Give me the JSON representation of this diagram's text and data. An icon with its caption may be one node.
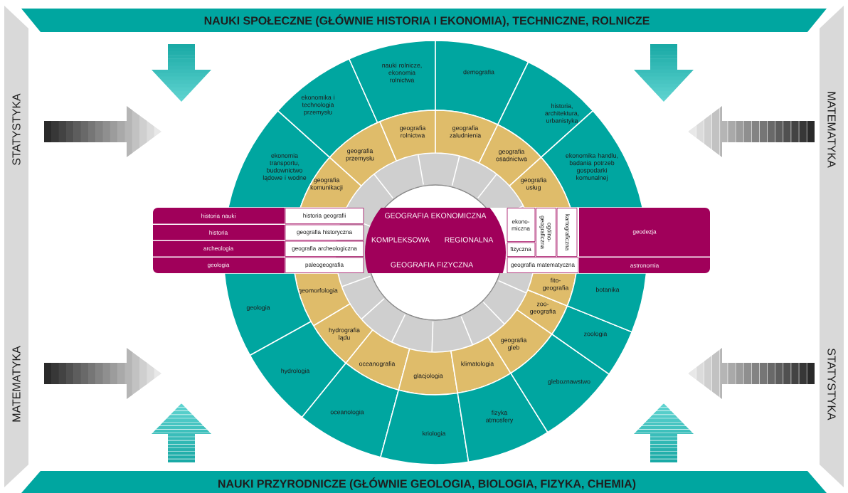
{
  "diagram": {
    "nodes": [
      {
        "text": [
          "NAUKI SPOŁECZNE (GŁÓWNIE HISTORIA I EKONOMIA), TECHNICZNE, ROLNICZE"
        ]
      },
      {
        "text": [
          "STATYSTYKA",
          "MATEMATYKA"
        ]
      },
      {
        "text": [
          "MATEMATYKA",
          "STATYSTYKA"
        ]
      },
      {
        "text": [
          "ekonomia transportu, budownictwo lądowe i wodne"
        ]
      },
      {
        "text": [
          "ekonomika i technologia przemysłu"
        ]
      },
      {
        "text": [
          "nauki rolnicze, ekonomia rolnictwa"
        ]
      },
      {
        "text": [
          "demografia"
        ]
      },
      {
        "text": [
          "historia, architektura, urbanistyka"
        ]
      },
      {
        "text": [
          "ekonomika handlu, badania potrzeb gospodarki komunalnej"
        ]
      },
      {
        "text": [
          "geografia komunikacji"
        ]
      },
      {
        "text": [
          "geografia przemysłu"
        ]
      },
      {
        "text": [
          "geografia rolnictwa"
        ]
      },
      {
        "text": [
          "geografia zaludnienia"
        ]
      },
      {
        "text": [
          "geografia osadnictwa"
        ]
      },
      {
        "text": [
          "geografia usług"
        ]
      },
      {
        "text": [
          "historia nauki"
        ]
      },
      {
        "text": [
          "historia geografii"
        ]
      },
      {
        "text": [
          "GEOGRAFIA EKONOMICZNA",
          "KOMPLEKSOWA",
          "REGIONALNA",
          "GEOGRAFIA FIZYCZNA"
        ]
      },
      {
        "text": [
          "ekono-miczna"
        ]
      },
      {
        "text": [
          "ogólno-geograficzna"
        ]
      },
      {
        "text": [
          "kartograficzna"
        ]
      },
      {
        "text": [
          "geodezja"
        ]
      },
      {
        "text": [
          "historia"
        ]
      },
      {
        "text": [
          "geografia historyczna"
        ]
      },
      {
        "text": [
          "archeologia"
        ]
      },
      {
        "text": [
          "geografia archeologiczna"
        ]
      },
      {
        "text": [
          "fizyczna"
        ]
      },
      {
        "text": [
          "geologia"
        ]
      },
      {
        "text": [
          "paleogeografia"
        ]
      },
      {
        "text": [
          "geografia matematyczna"
        ]
      },
      {
        "text": [
          "astronomia"
        ]
      },
      {
        "text": [
          "geomorfologia"
        ]
      },
      {
        "text": [
          "hydrografia lądu"
        ]
      },
      {
        "text": [
          "oceanografia"
        ]
      },
      {
        "text": [
          "glacjologia"
        ]
      },
      {
        "text": [
          "klimatologia"
        ]
      },
      {
        "text": [
          "geografia gleb"
        ]
      },
      {
        "text": [
          "zoo-geografia"
        ]
      },
      {
        "text": [
          "fito-geografia"
        ]
      },
      {
        "text": [
          "geologia"
        ]
      },
      {
        "text": [
          "hydrologia"
        ]
      },
      {
        "text": [
          "oceanologia"
        ]
      },
      {
        "text": [
          "kriologia"
        ]
      },
      {
        "text": [
          "fizyka atmosfery"
        ]
      },
      {
        "text": [
          "gleboznawstwo"
        ]
      },
      {
        "text": [
          "zoologia"
        ]
      },
      {
        "text": [
          "botanika"
        ]
      },
      {
        "text": [
          "NAUKI PRZYRODNICZE (GŁÓWNIE GEOLOGIA, BIOLOGIA, FIZYKA, CHEMIA)"
        ]
      }
    ]
  }
}
